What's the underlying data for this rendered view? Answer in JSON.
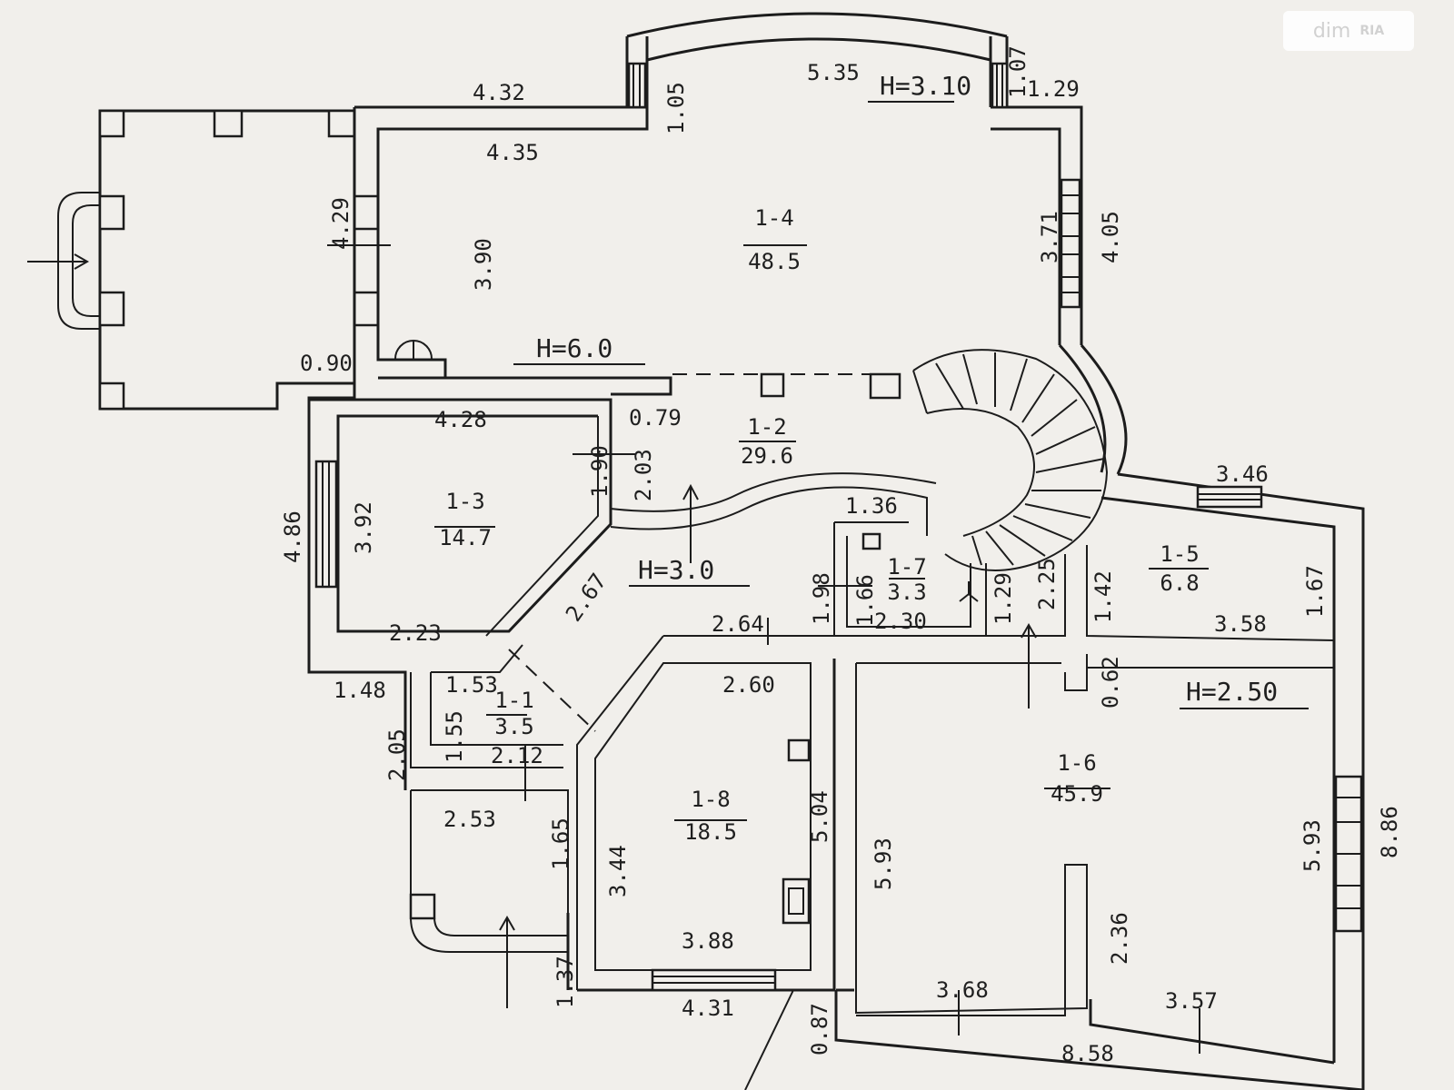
{
  "watermark": {
    "text": "dim",
    "badge": "RIA"
  },
  "heights": {
    "h_310": "H=3.10",
    "h_60": "H=6.0",
    "h_30": "H=3.0",
    "h_250": "H=2.50"
  },
  "rooms": [
    {
      "id": "1-1",
      "area": "3.5"
    },
    {
      "id": "1-2",
      "area": "29.6"
    },
    {
      "id": "1-3",
      "area": "14.7"
    },
    {
      "id": "1-4",
      "area": "48.5"
    },
    {
      "id": "1-5",
      "area": "6.8"
    },
    {
      "id": "1-6",
      "area": "45.9"
    },
    {
      "id": "1-7",
      "area": "3.3"
    },
    {
      "id": "1-8",
      "area": "18.5"
    }
  ],
  "dimensions": [
    "4.32",
    "5.35",
    "1.07",
    "1.29",
    "1.05",
    "4.35",
    "4.29",
    "3.90",
    "3.71",
    "4.05",
    "0.90",
    "4.28",
    "0.79",
    "1.90",
    "2.03",
    "3.46",
    "4.86",
    "3.92",
    "1.36",
    "2.67",
    "1.98",
    "1.66",
    "2.30",
    "1.29",
    "2.25",
    "1.42",
    "1.67",
    "3.58",
    "2.23",
    "2.64",
    "1.48",
    "1.53",
    "2.60",
    "0.62",
    "1.55",
    "2.12",
    "2.05",
    "5.04",
    "5.93",
    "5.93",
    "8.86",
    "2.53",
    "1.65",
    "3.44",
    "2.36",
    "3.88",
    "1.37",
    "4.31",
    "3.68",
    "3.57",
    "0.87",
    "8.58"
  ]
}
